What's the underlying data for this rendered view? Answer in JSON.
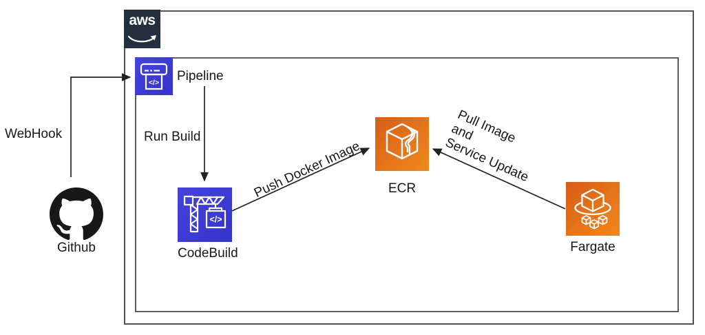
{
  "diagram": {
    "description": "AWS CI/CD pipeline architecture diagram",
    "aws_logo": {
      "text": "aws"
    },
    "nodes": {
      "github": {
        "label": "Github"
      },
      "pipeline": {
        "label": "Pipeline",
        "code_glyph": "</>"
      },
      "codebuild": {
        "label": "CodeBuild",
        "code_glyph": "</>"
      },
      "ecr": {
        "label": "ECR"
      },
      "fargate": {
        "label": "Fargate"
      }
    },
    "edges": {
      "webhook": {
        "label": "WebHook",
        "from": "Github",
        "to": "Pipeline"
      },
      "run_build": {
        "label": "Run Build",
        "from": "Pipeline",
        "to": "CodeBuild"
      },
      "push_docker_image": {
        "label": "Push Docker Image",
        "from": "CodeBuild",
        "to": "ECR"
      },
      "pull_image_service_update": {
        "lines": [
          "Pull Image",
          "and",
          "Service Update"
        ],
        "from": "Fargate",
        "to": "ECR"
      }
    },
    "colors": {
      "aws_dark_navy": "#232F3E",
      "blue_icon_start": "#4743DD",
      "blue_icon_end": "#3334C9",
      "orange_icon_start": "#D85C15",
      "orange_icon_end": "#F0891E",
      "github_black": "#191717",
      "boundary_gray": "#53585e",
      "arrow_black": "#1f2328",
      "text_black": "#14171c"
    }
  }
}
